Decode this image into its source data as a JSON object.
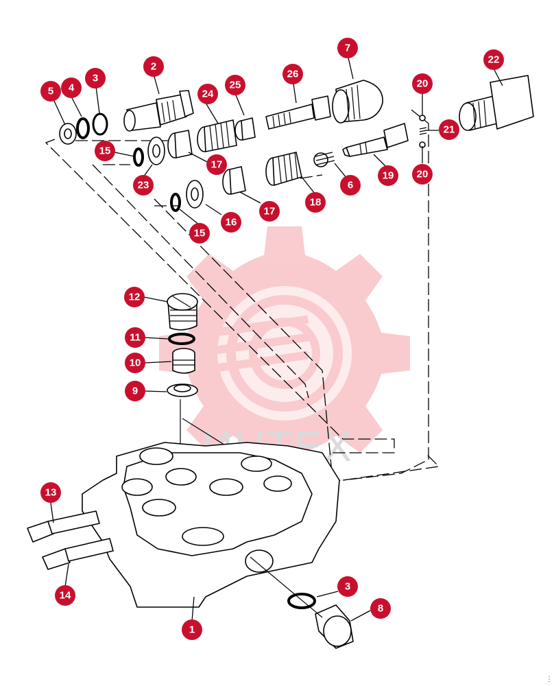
{
  "watermark": {
    "text": "ИНТЕХ",
    "color": "#f9c9cc"
  },
  "callout_color": "#c8102e",
  "callouts": [
    "1",
    "2",
    "3",
    "3",
    "4",
    "5",
    "6",
    "7",
    "8",
    "9",
    "10",
    "11",
    "12",
    "13",
    "14",
    "15",
    "15",
    "16",
    "17",
    "17",
    "18",
    "19",
    "20",
    "20",
    "21",
    "22",
    "23",
    "24",
    "25",
    "26"
  ],
  "corner_mark": "⋮"
}
